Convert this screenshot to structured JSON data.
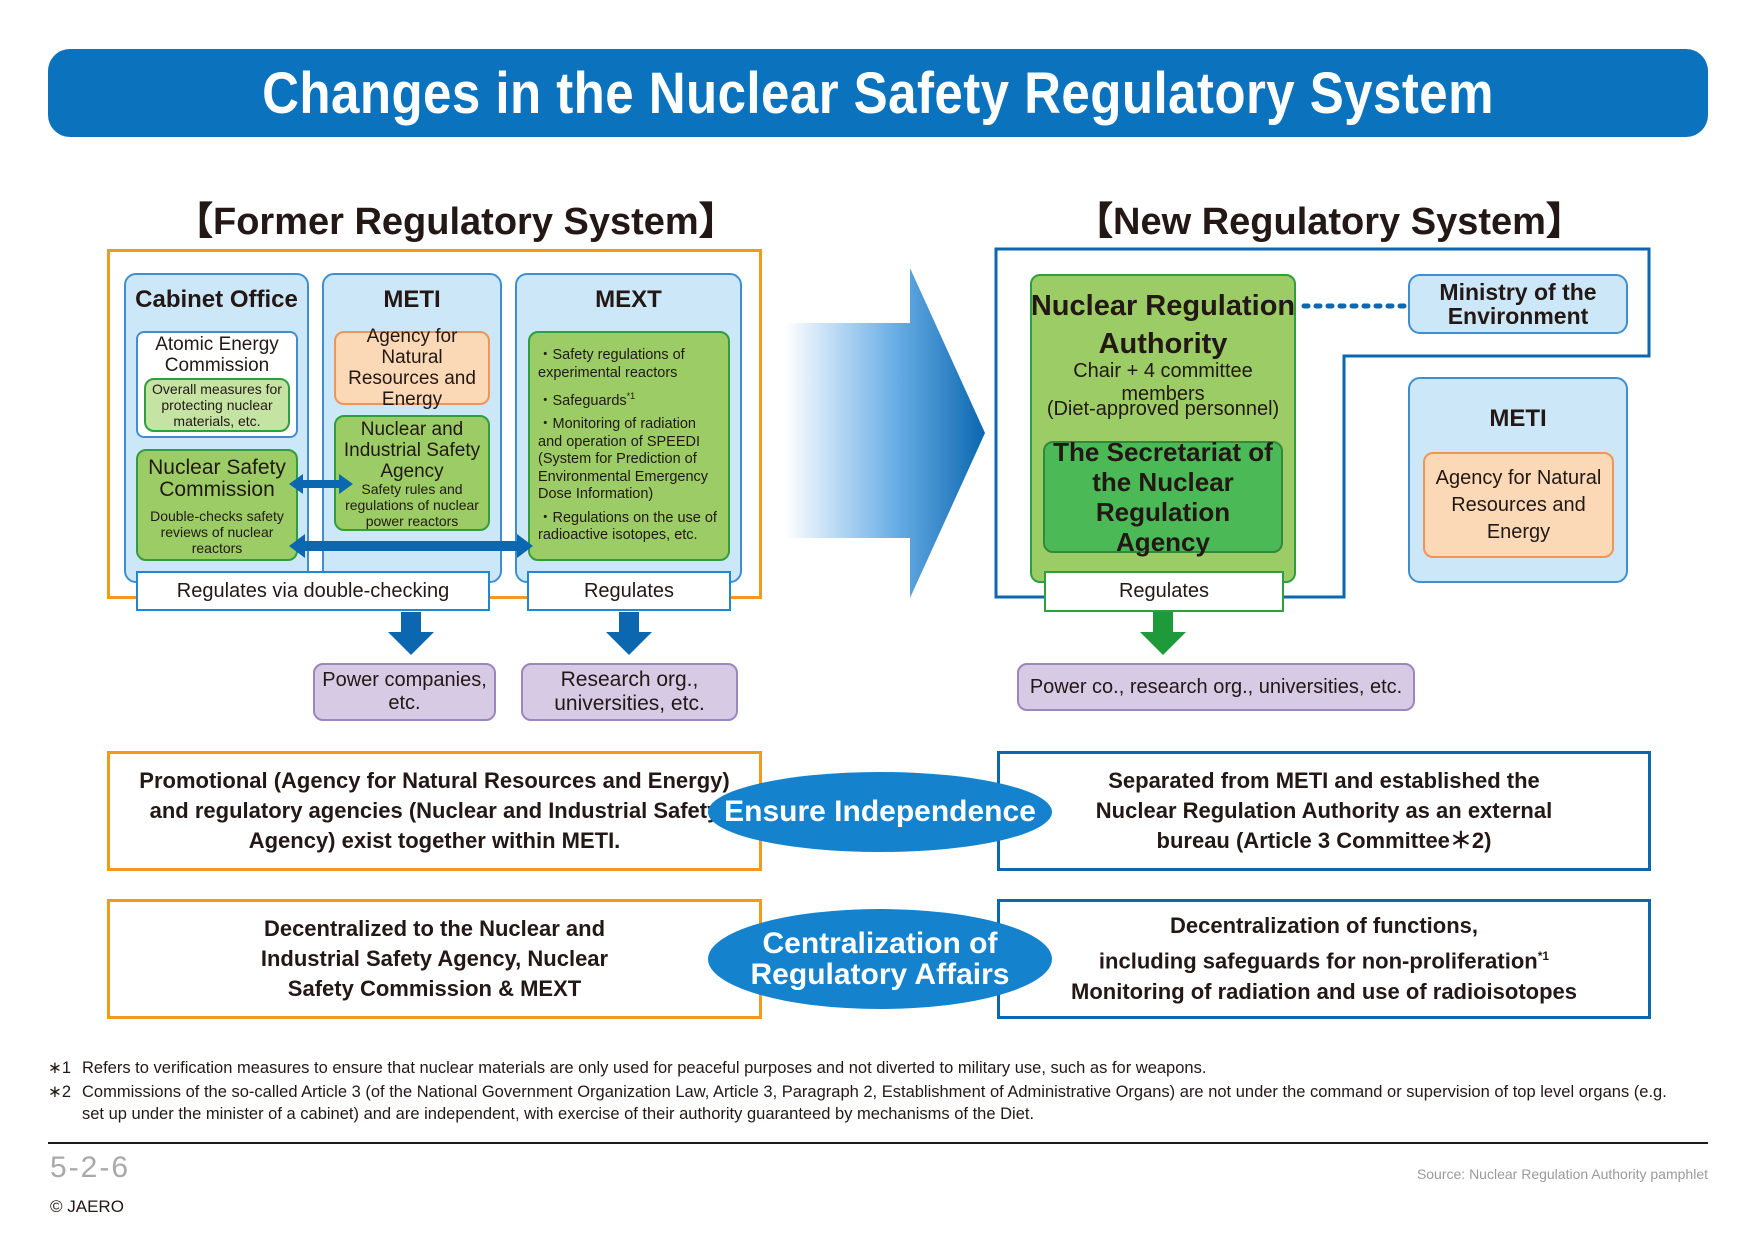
{
  "title": "Changes in the Nuclear Safety Regulatory System",
  "former": {
    "heading": "【Former Regulatory System】",
    "cabinet_office": {
      "label": "Cabinet Office",
      "aec_title": "Atomic Energy Commission",
      "aec_desc": "Overall measures for protecting nuclear materials, etc.",
      "nsc_title": "Nuclear Safety Commission",
      "nsc_desc": "Double-checks safety reviews of nuclear reactors"
    },
    "meti": {
      "label": "METI",
      "anre": "Agency for Natural Resources and Energy",
      "nisa_title": "Nuclear and Industrial Safety Agency",
      "nisa_desc": "Safety rules and regulations of nuclear power reactors"
    },
    "mext": {
      "label": "MEXT",
      "items": [
        "・Safety regulations of experimental reactors",
        "・Safeguards",
        "・Monitoring of radiation and operation of SPEEDI (System for Prediction of Environmental Emergency Dose Information)",
        "・Regulations on the use of radioactive isotopes, etc."
      ],
      "footnote_mark": "*1"
    },
    "reg_double": "Regulates via double-checking",
    "reg": "Regulates",
    "target_power": "Power companies, etc.",
    "target_research": "Research org., universities, etc."
  },
  "new": {
    "heading": "【New Regulatory System】",
    "nra_title": "Nuclear Regulation Authority",
    "nra_members": "Chair + 4 committee members",
    "nra_approved": "(Diet-approved personnel)",
    "secretariat": "The Secretariat of the Nuclear Regulation Agency",
    "moe": "Ministry of the Environment",
    "meti_label": "METI",
    "anre": "Agency for Natural Resources and Energy",
    "reg": "Regulates",
    "target": "Power co., research org., universities, etc."
  },
  "comparison": {
    "independence_label": "Ensure Independence",
    "independence_former": "Promotional (Agency for Natural Resources and Energy) and regulatory agencies (Nuclear and Industrial Safety Agency) exist together within METI.",
    "independence_new": "Separated from METI and established the Nuclear Regulation Authority as an external bureau (Article 3 Committee＊2)",
    "centralization_label": "Centralization of Regulatory Affairs",
    "centralization_former": "Decentralized to the Nuclear and Industrial Safety Agency, Nuclear Safety Commission & MEXT",
    "centralization_new_line1": "Decentralization of functions,",
    "centralization_new_line2": "including safeguards for non-proliferation",
    "centralization_new_mark": "*1",
    "centralization_new_line3": "Monitoring of radiation and use of radioisotopes"
  },
  "notes": {
    "n1_mark": "∗1",
    "n1": "Refers to verification measures to ensure that nuclear materials are only used for peaceful purposes and not diverted to military use, such as for weapons.",
    "n2_mark": "∗2",
    "n2": "Commissions of the so-called Article 3 (of the National Government Organization Law, Article 3, Paragraph 2, Establishment of Administrative Organs) are not under the command or supervision of top level organs (e.g. set up under the minister of a cabinet) and are independent, with exercise of their authority guaranteed by mechanisms of the Diet."
  },
  "footer": {
    "figure_no": "5-2-6",
    "copyright": "© JAERO",
    "source": "Source: Nuclear Regulation Authority pamphlet"
  },
  "colors": {
    "title_blue": "#0b73bd",
    "orange": "#f29a1b",
    "navy": "#0b67b0",
    "green": "#2f9e3f",
    "light_blue": "#cce8f8",
    "purple": "#d7cae4"
  }
}
